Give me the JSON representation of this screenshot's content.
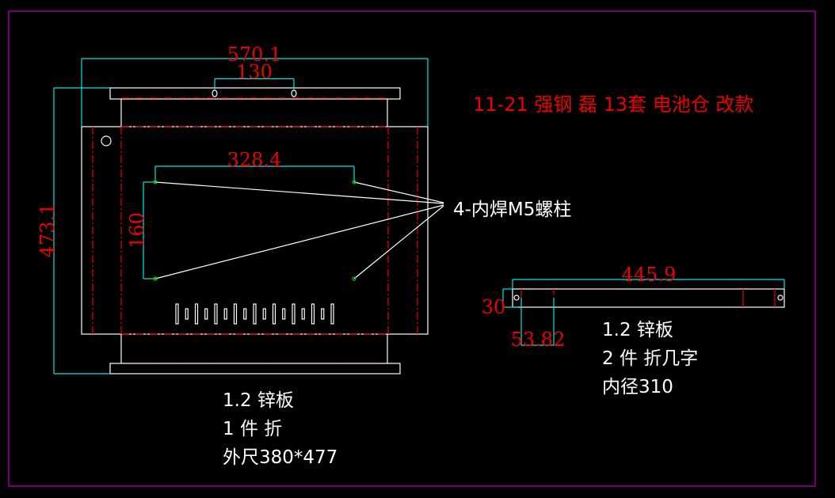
{
  "title": "11-21 强钢 磊 13套  电池仓  改款",
  "colors": {
    "background": "#000000",
    "frame": "#c000c0",
    "outline": "#ffffff",
    "dimension": "#00e5e5",
    "dimension_text": "#ee0000",
    "centerline": "#ee0000",
    "point": "#00cc00"
  },
  "main_part": {
    "dims": {
      "overall_width": "570.1",
      "hole_spacing": "130",
      "height": "473.1",
      "stud_spacing_x": "328.4",
      "stud_spacing_y": "160"
    },
    "callout": "4-内焊M5螺柱",
    "notes": [
      "1.2 锌板",
      "1 件  折",
      "外尺380*477"
    ]
  },
  "side_part": {
    "dims": {
      "length": "445.9",
      "height": "30",
      "offset": "53.82"
    },
    "notes": [
      "1.2 锌板",
      "2 件  折几字",
      "内径310"
    ]
  }
}
